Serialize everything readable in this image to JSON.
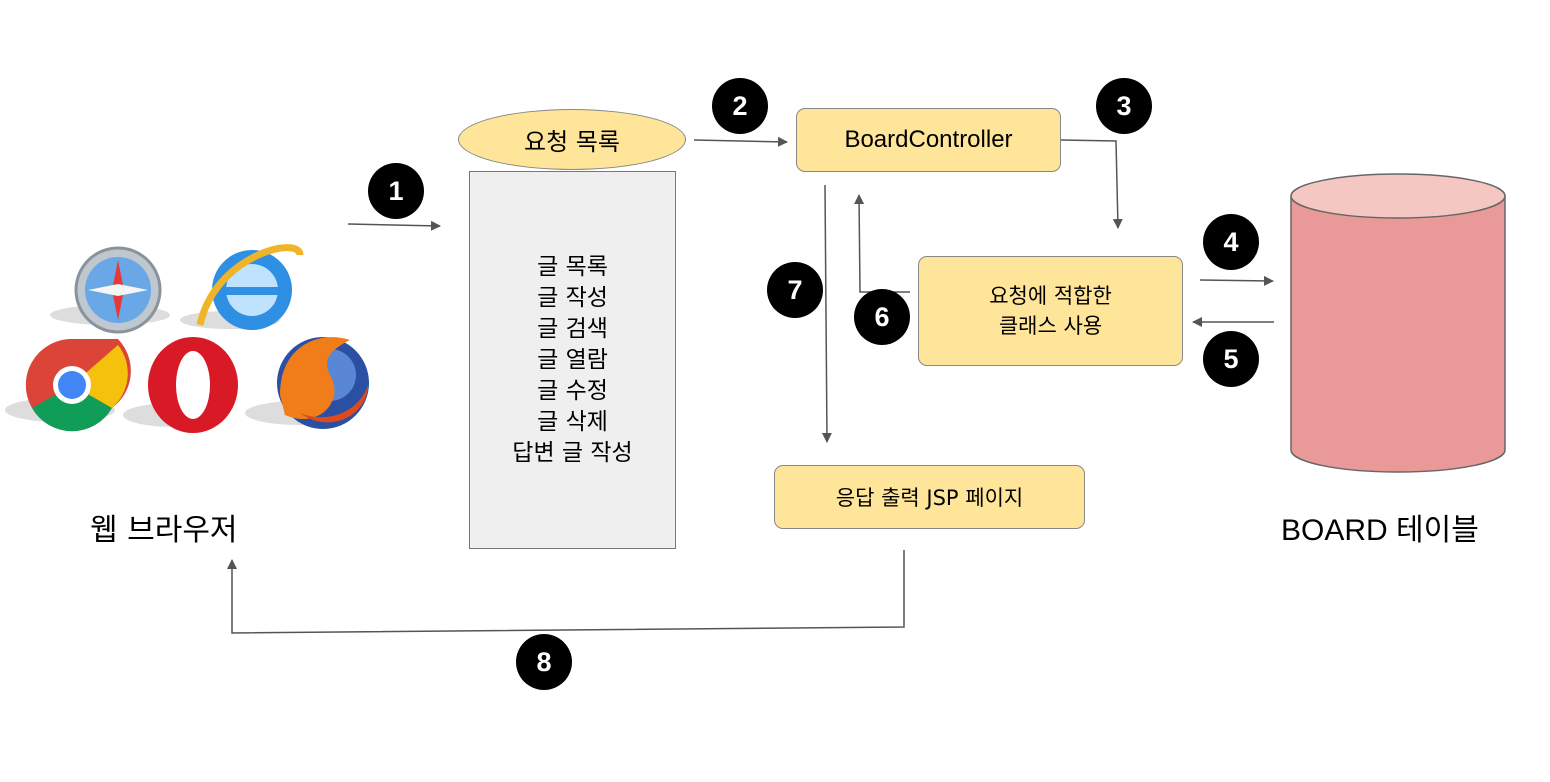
{
  "browser": {
    "label": "웹 브라우저",
    "icons": [
      "safari-icon",
      "internet-explorer-icon",
      "chrome-icon",
      "opera-icon",
      "firefox-icon"
    ]
  },
  "request_list": {
    "title": "요청 목록",
    "items": [
      "글 목록",
      "글 작성",
      "글 검색",
      "글 열람",
      "글 수정",
      "글 삭제",
      "답변 글 작성"
    ]
  },
  "controller": {
    "label": "BoardController"
  },
  "handler": {
    "line1": "요청에 적합한",
    "line2": "클래스 사용"
  },
  "response": {
    "label": "응답 출력 JSP 페이지"
  },
  "database": {
    "label": "BOARD 테이블"
  },
  "steps": [
    "1",
    "2",
    "3",
    "4",
    "5",
    "6",
    "7",
    "8"
  ],
  "colors": {
    "box_fill": "#ffe599",
    "list_fill": "#efefef",
    "db_fill": "#ea9999",
    "db_top": "#f4c7c3",
    "badge": "#000000",
    "arrow": "#555555"
  }
}
